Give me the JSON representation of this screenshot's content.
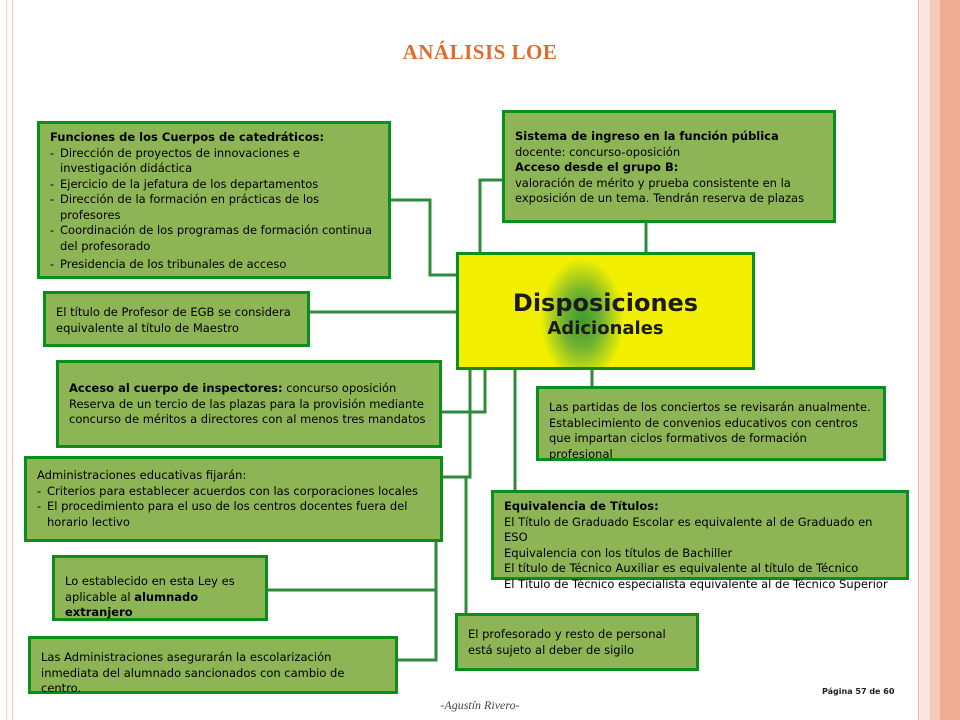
{
  "title": "ANÁLISIS LOE",
  "center": {
    "line1": "Disposiciones",
    "line2": "Adicionales"
  },
  "boxes": {
    "funciones": {
      "heading": "Funciones de los Cuerpos de catedráticos:",
      "items": [
        "Dirección de proyectos de innovaciones e investigación didáctica",
        "Ejercicio de la jefatura de los departamentos",
        "Dirección de la formación en prácticas de los profesores",
        "Coordinación de los programas de formación continua del profesorado",
        "Presidencia de los tribunales de acceso"
      ]
    },
    "sistema": {
      "bold1": "Sistema de ingreso en la función pública",
      "text1": " docente: concurso-oposición",
      "bold2": "Acceso desde el grupo B:",
      "text2": "valoración de mérito y prueba consistente en la exposición de un tema. Tendrán reserva de plazas"
    },
    "titulo_egb": {
      "text": "El título de Profesor de EGB se considera equivalente al título de Maestro"
    },
    "inspectores": {
      "bold": "Acceso al cuerpo de inspectores:",
      "text1": " concurso oposición",
      "text2": "Reserva de un tercio de las plazas para la provisión mediante concurso de méritos a directores con al menos tres mandatos"
    },
    "partidas": {
      "text": "Las partidas de los conciertos se revisarán anualmente. Establecimiento de convenios educativos con centros que impartan ciclos formativos de formación profesional"
    },
    "administraciones": {
      "heading": "Administraciones educativas fijarán:",
      "items": [
        "Criterios para establecer acuerdos con las corporaciones locales",
        "El procedimiento para el uso de los centros docentes fuera del horario lectivo"
      ]
    },
    "equivalencia": {
      "heading": "Equivalencia de Títulos:",
      "lines": [
        "El Título de Graduado Escolar es equivalente al de Graduado en ESO",
        "Equivalencia con los títulos de Bachiller",
        "El título de Técnico Auxiliar es equivalente al título de Técnico",
        "El Título de Técnico especialista equivalente al de Técnico Superior"
      ]
    },
    "extranjero": {
      "text": "Lo establecido en esta Ley es aplicable al ",
      "bold": "alumnado extranjero"
    },
    "sigilo": {
      "text": "El profesorado y resto de personal está sujeto al deber de sigilo"
    },
    "escolarizacion": {
      "text": "Las Administraciones asegurarán la escolarización inmediata del alumnado sancionados con cambio de centro."
    }
  },
  "footer": "-Agustín Rivero-",
  "page_number": "Página 57 de 60",
  "colors": {
    "box_fill": "#8db556",
    "box_border": "#0b8f1c",
    "center_fill": "#f2f000",
    "title": "#e06b2e",
    "frame_stripes": [
      "#f7d9ce",
      "#f3bfae",
      "#eea992"
    ]
  }
}
